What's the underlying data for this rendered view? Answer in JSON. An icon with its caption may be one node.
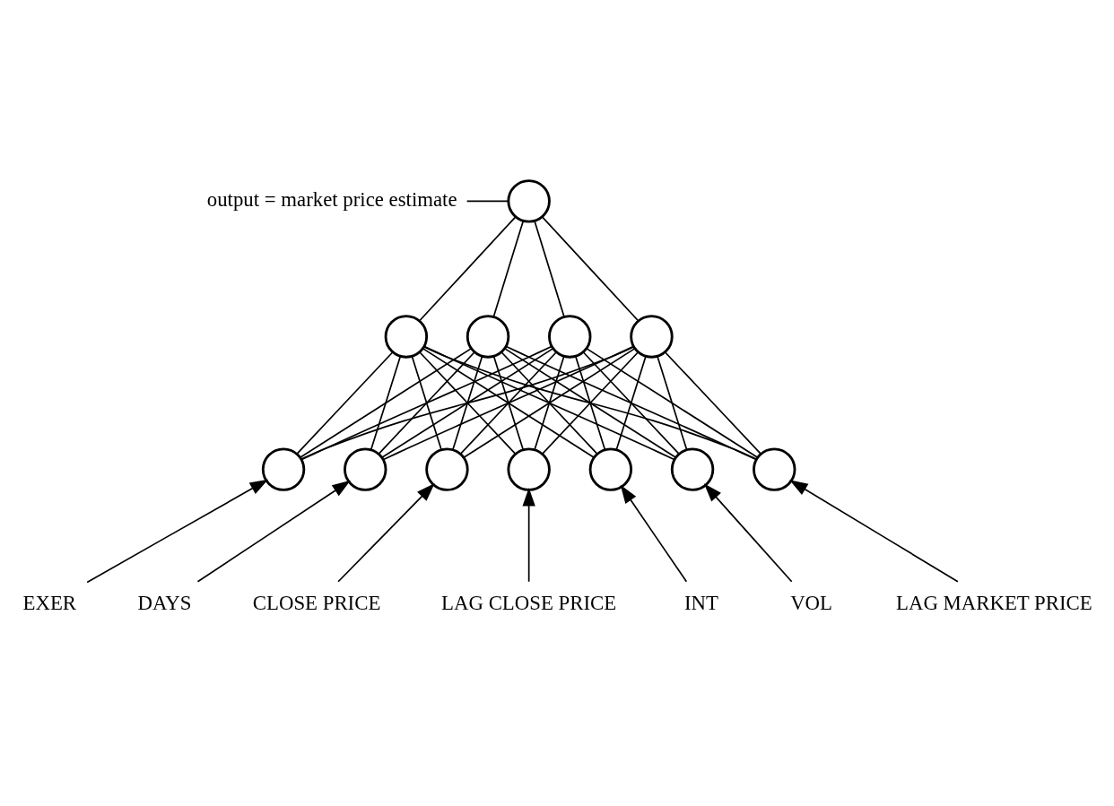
{
  "diagram": {
    "nodes": [
      {
        "text": [],
        "shape": "circle"
      },
      {
        "text": [
          "output = market price estimate"
        ]
      },
      {
        "text": [],
        "shape": "circle"
      },
      {
        "text": [],
        "shape": "circle"
      },
      {
        "text": [],
        "shape": "circle"
      },
      {
        "text": [],
        "shape": "circle"
      },
      {
        "text": [],
        "shape": "circle"
      },
      {
        "text": [],
        "shape": "circle"
      },
      {
        "text": [],
        "shape": "circle"
      },
      {
        "text": [],
        "shape": "circle"
      },
      {
        "text": [],
        "shape": "circle"
      },
      {
        "text": [],
        "shape": "circle"
      },
      {
        "text": [],
        "shape": "circle"
      },
      {
        "text": [
          "EXER"
        ]
      },
      {
        "text": [
          "DAYS"
        ]
      },
      {
        "text": [
          "CLOSE PRICE"
        ]
      },
      {
        "text": [
          "LAG CLOSE PRICE"
        ]
      },
      {
        "text": [
          "INT"
        ]
      },
      {
        "text": [
          "VOL"
        ]
      },
      {
        "text": [
          "LAG MARKET PRICE"
        ]
      }
    ],
    "edges": [
      {
        "from": 1,
        "to": 0,
        "arrow": "none"
      },
      {
        "from": 2,
        "to": 0,
        "arrow": "none"
      },
      {
        "from": 3,
        "to": 0,
        "arrow": "none"
      },
      {
        "from": 4,
        "to": 0,
        "arrow": "none"
      },
      {
        "from": 5,
        "to": 0,
        "arrow": "none"
      },
      {
        "from": 6,
        "to": 2,
        "arrow": "none"
      },
      {
        "from": 6,
        "to": 3,
        "arrow": "none"
      },
      {
        "from": 6,
        "to": 4,
        "arrow": "none"
      },
      {
        "from": 6,
        "to": 5,
        "arrow": "none"
      },
      {
        "from": 7,
        "to": 2,
        "arrow": "none"
      },
      {
        "from": 7,
        "to": 3,
        "arrow": "none"
      },
      {
        "from": 7,
        "to": 4,
        "arrow": "none"
      },
      {
        "from": 7,
        "to": 5,
        "arrow": "none"
      },
      {
        "from": 8,
        "to": 2,
        "arrow": "none"
      },
      {
        "from": 8,
        "to": 3,
        "arrow": "none"
      },
      {
        "from": 8,
        "to": 4,
        "arrow": "none"
      },
      {
        "from": 8,
        "to": 5,
        "arrow": "none"
      },
      {
        "from": 9,
        "to": 2,
        "arrow": "none"
      },
      {
        "from": 9,
        "to": 3,
        "arrow": "none"
      },
      {
        "from": 9,
        "to": 4,
        "arrow": "none"
      },
      {
        "from": 9,
        "to": 5,
        "arrow": "none"
      },
      {
        "from": 10,
        "to": 2,
        "arrow": "none"
      },
      {
        "from": 10,
        "to": 3,
        "arrow": "none"
      },
      {
        "from": 10,
        "to": 4,
        "arrow": "none"
      },
      {
        "from": 10,
        "to": 5,
        "arrow": "none"
      },
      {
        "from": 11,
        "to": 2,
        "arrow": "none"
      },
      {
        "from": 11,
        "to": 3,
        "arrow": "none"
      },
      {
        "from": 11,
        "to": 4,
        "arrow": "none"
      },
      {
        "from": 11,
        "to": 5,
        "arrow": "none"
      },
      {
        "from": 12,
        "to": 2,
        "arrow": "none"
      },
      {
        "from": 12,
        "to": 3,
        "arrow": "none"
      },
      {
        "from": 12,
        "to": 4,
        "arrow": "none"
      },
      {
        "from": 12,
        "to": 5,
        "arrow": "none"
      },
      {
        "from": 13,
        "to": 6,
        "arrow": "to"
      },
      {
        "from": 14,
        "to": 7,
        "arrow": "to"
      },
      {
        "from": 15,
        "to": 8,
        "arrow": "to"
      },
      {
        "from": 16,
        "to": 9,
        "arrow": "to"
      },
      {
        "from": 17,
        "to": 10,
        "arrow": "to"
      },
      {
        "from": 18,
        "to": 11,
        "arrow": "to"
      },
      {
        "from": 19,
        "to": 12,
        "arrow": "to"
      }
    ]
  }
}
